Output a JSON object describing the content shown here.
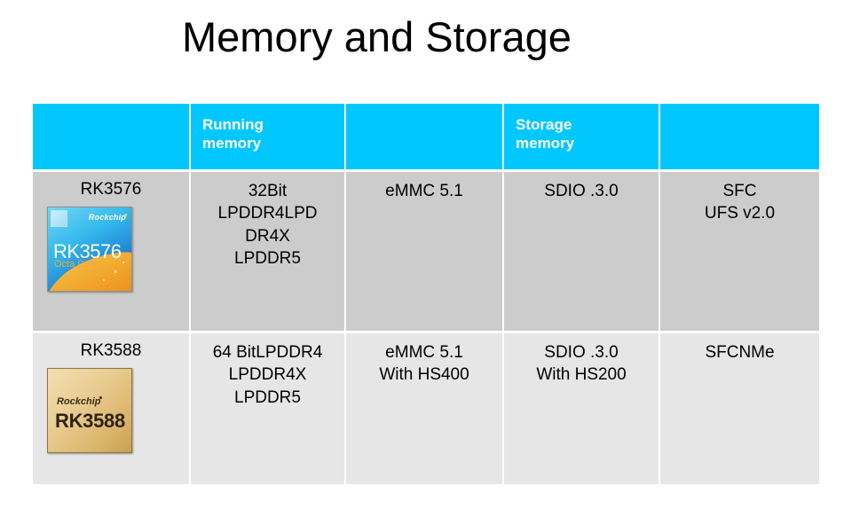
{
  "slide": {
    "title": "Memory and Storage"
  },
  "table": {
    "header": [
      {
        "label": ""
      },
      {
        "label": "Running\nmemory",
        "line1": "Running",
        "line2": "memory"
      },
      {
        "label": ""
      },
      {
        "label": "Storage\nmemory",
        "line1": "Storage",
        "line2": "memory"
      },
      {
        "label": ""
      }
    ],
    "rows": [
      {
        "chip": {
          "name": "RK3576",
          "image": {
            "icon": "rk3576-chip-icon",
            "brand": "Rockchip",
            "model": "RK3576",
            "subtitle": "Octa Core",
            "colors": {
              "top": "#34B8EC",
              "bottom": "#EE9B21",
              "text": "#FFFFFF",
              "accent": "#F0A93C"
            }
          }
        },
        "running_memory": {
          "line1": "32Bit",
          "line2": "LPDDR4LPD",
          "line3": "DR4X",
          "line4": "LPDDR5"
        },
        "emmc": {
          "line1": "eMMC 5.1",
          "line2": ""
        },
        "sdio": {
          "line1": "SDIO .3.0",
          "line2": ""
        },
        "other": {
          "line1": "SFC",
          "line2": "UFS v2.0"
        },
        "row_color": "#CCCCCC"
      },
      {
        "chip": {
          "name": "RK3588",
          "image": {
            "icon": "rk3588-chip-icon",
            "brand": "Rockchip",
            "model": "RK3588",
            "subtitle": "",
            "colors": {
              "top": "#E9CB90",
              "bottom": "#C79F51",
              "text": "#2E2310",
              "accent": "#3B2E14"
            }
          }
        },
        "running_memory": {
          "line1": "64 BitLPDDR4",
          "line2": "LPDDR4X",
          "line3": "LPDDR5",
          "line4": ""
        },
        "emmc": {
          "line1": "eMMC 5.1",
          "line2": "With HS400"
        },
        "sdio": {
          "line1": "SDIO .3.0",
          "line2": "With HS200"
        },
        "other": {
          "line1": "SFCNMe",
          "line2": ""
        },
        "row_color": "#E6E6E6"
      }
    ]
  },
  "colors": {
    "header_background": "#00C8FF",
    "header_text": "#FFFFFF",
    "row1_background": "#CCCCCC",
    "row2_background": "#E6E6E6",
    "slide_background": "#FFFFFF",
    "body_text": "#000000"
  }
}
